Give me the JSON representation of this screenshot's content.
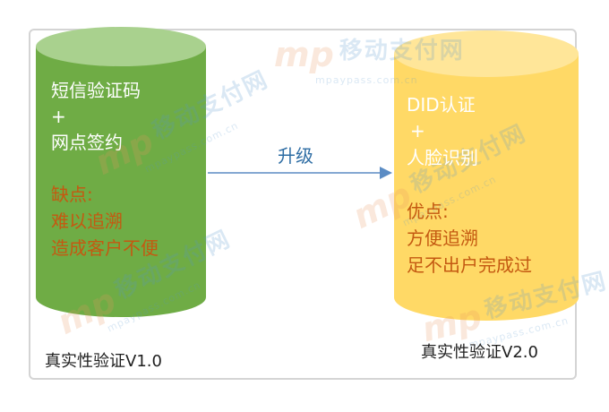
{
  "left": {
    "color": "#6fac45",
    "line1": "短信验证码",
    "plus": "+",
    "line2": "网点签约",
    "cons_title": "缺点:",
    "cons_1": "难以追溯",
    "cons_2": "造成客户不便",
    "caption": "真实性验证V1.0"
  },
  "arrow": {
    "label": "升级",
    "color": "#5b8cc4"
  },
  "right": {
    "color": "#ffd966",
    "line1": "DID认证",
    "plus": "+",
    "line2": "人脸识别",
    "pros_title": "优点:",
    "pros_1": "方便追溯",
    "pros_2": "足不出户完成过",
    "caption": "真实性验证V2.0"
  },
  "watermark": {
    "brand": "移动支付网",
    "url": "mpaypass.com.cn",
    "logo": "mp"
  }
}
